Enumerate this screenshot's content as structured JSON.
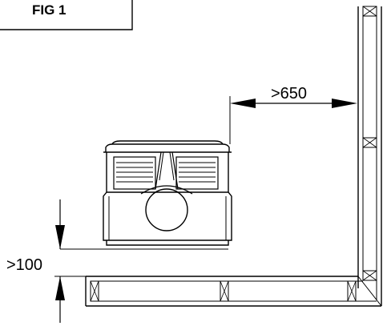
{
  "figure": {
    "title": "FIG 1"
  },
  "dimensions": {
    "side_clearance": ">650",
    "bottom_clearance": ">100"
  },
  "colors": {
    "ink": "#000000",
    "paper": "#ffffff"
  }
}
